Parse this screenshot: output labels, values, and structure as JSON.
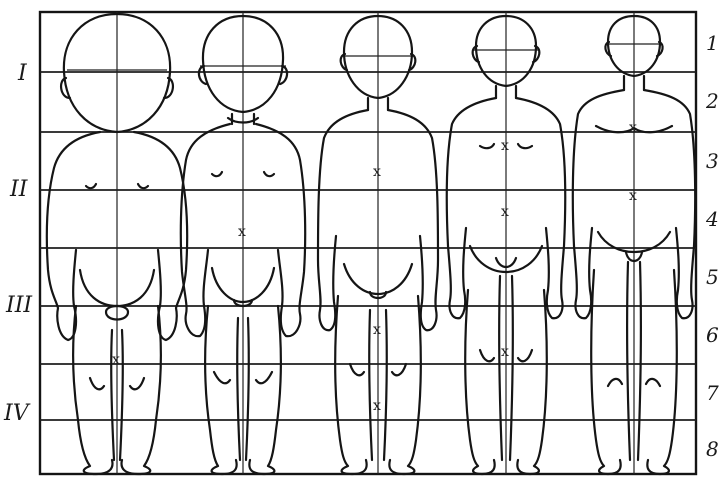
{
  "diagram": {
    "roman_labels": [
      "I",
      "II",
      "III",
      "IV"
    ],
    "arabic_labels": [
      "1",
      "2",
      "3",
      "4",
      "5",
      "6",
      "7",
      "8"
    ],
    "figures": [
      {
        "id": "figure-1",
        "head_ratio": 4
      },
      {
        "id": "figure-2",
        "head_ratio": 5
      },
      {
        "id": "figure-3",
        "head_ratio": 6
      },
      {
        "id": "figure-4",
        "head_ratio": 7
      },
      {
        "id": "figure-5",
        "head_ratio": 8
      }
    ]
  }
}
